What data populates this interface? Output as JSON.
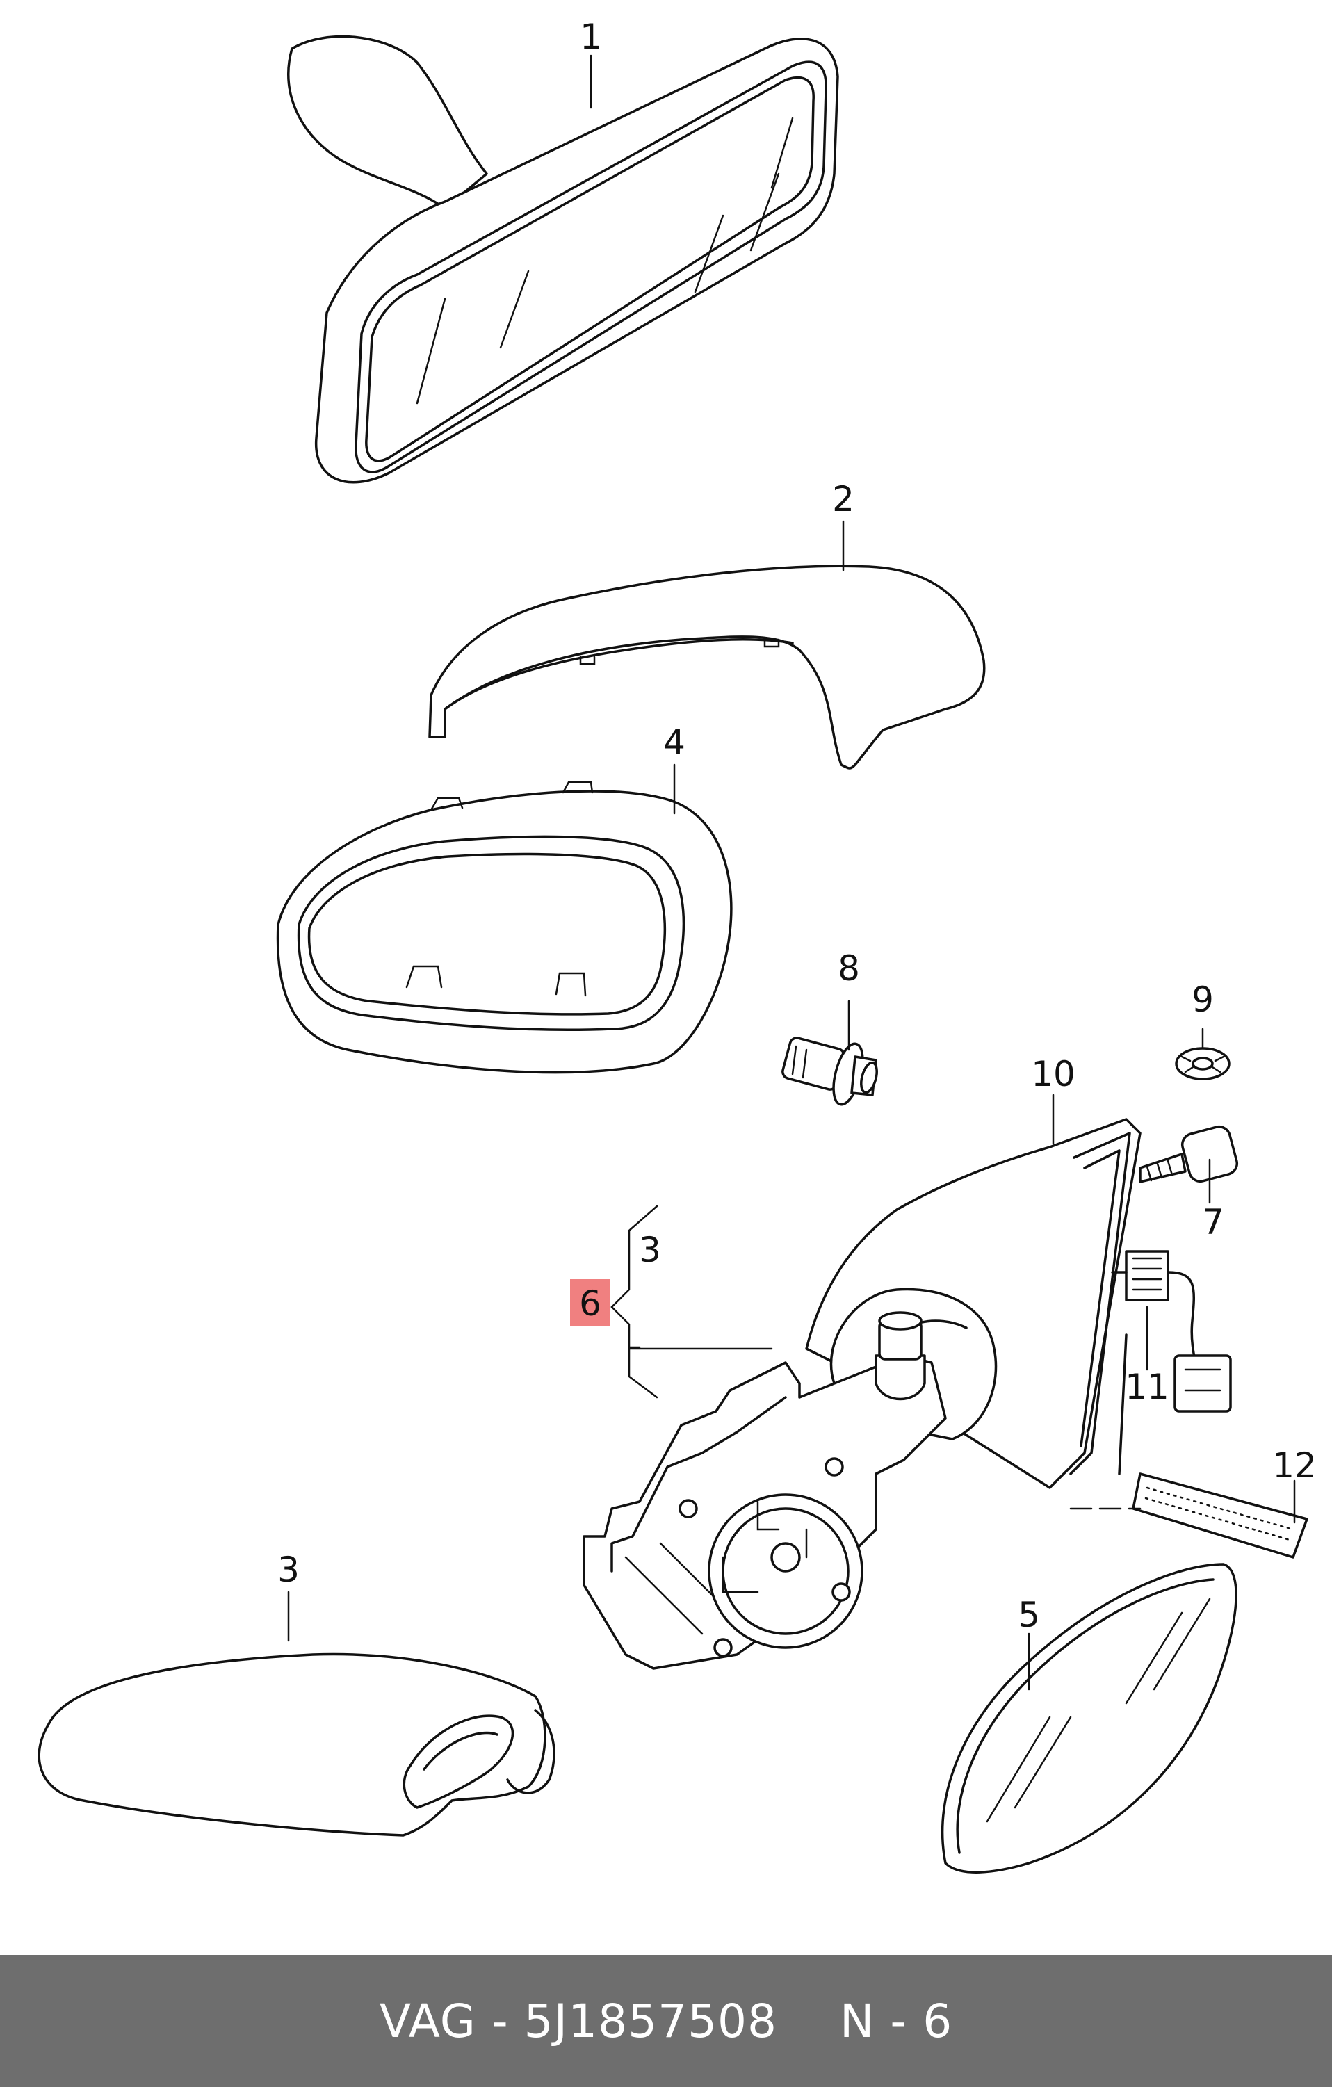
{
  "callouts": {
    "c1": "1",
    "c2": "2",
    "c3_upper": "3",
    "c3_lower": "3",
    "c4": "4",
    "c5": "5",
    "c6": "6",
    "c7": "7",
    "c8": "8",
    "c9": "9",
    "c10": "10",
    "c11": "11",
    "c12": "12"
  },
  "highlight_color": "#f08080",
  "footer": {
    "brand_part": "VAG - 5J1857508",
    "page_ref": "N - 6"
  }
}
